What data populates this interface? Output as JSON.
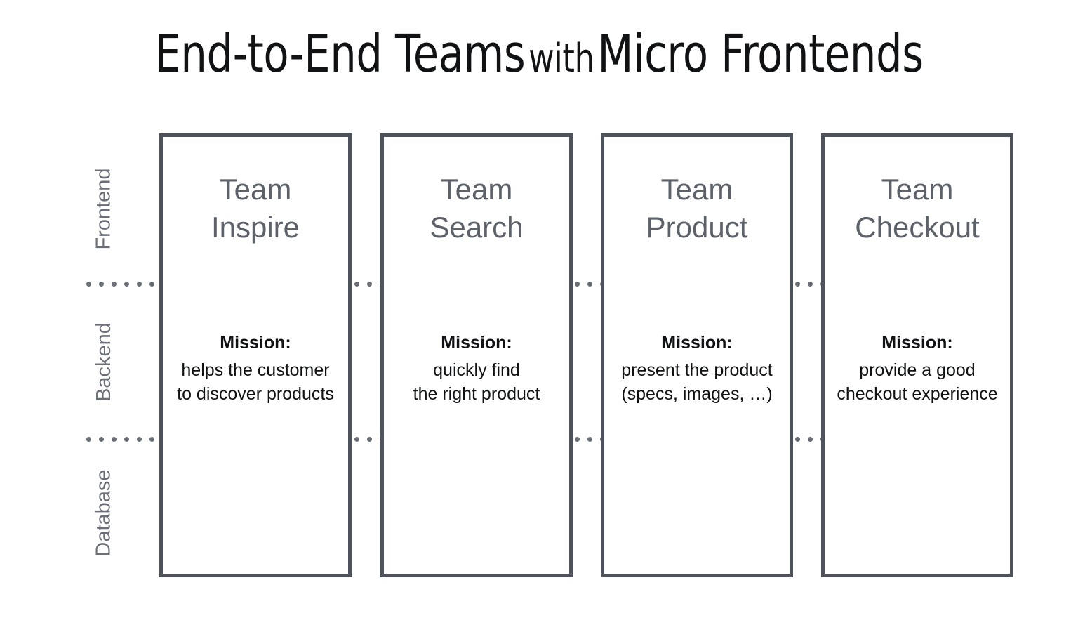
{
  "title": {
    "part1": "End-to-End Teams",
    "part2": "with",
    "part3": "Micro Frontends",
    "full": "End-to-End Teams with Micro Frontends"
  },
  "colors": {
    "card_border": "#4d525b",
    "team_name": "#5d626a",
    "axis_label": "#6a6f78",
    "dot": "#6a6f78",
    "body_text": "#111214",
    "background": "#ffffff"
  },
  "axis": {
    "labels": [
      {
        "id": "frontend",
        "text": "Frontend"
      },
      {
        "id": "backend",
        "text": "Backend"
      },
      {
        "id": "database",
        "text": "Database"
      }
    ]
  },
  "separators": [
    {
      "id": "frontend-backend",
      "style": "dotted"
    },
    {
      "id": "backend-database",
      "style": "dotted"
    }
  ],
  "mission_label": "Mission:",
  "teams": [
    {
      "name_line1": "Team",
      "name_line2": "Inspire",
      "mission_label": "Mission:",
      "mission_line1": "helps the customer",
      "mission_line2": "to discover products"
    },
    {
      "name_line1": "Team",
      "name_line2": "Search",
      "mission_label": "Mission:",
      "mission_line1": "quickly find",
      "mission_line2": "the right product"
    },
    {
      "name_line1": "Team",
      "name_line2": "Product",
      "mission_label": "Mission:",
      "mission_line1": "present the product",
      "mission_line2": "(specs, images, …)"
    },
    {
      "name_line1": "Team",
      "name_line2": "Checkout",
      "mission_label": "Mission:",
      "mission_line1": "provide a good",
      "mission_line2": "checkout experience"
    }
  ]
}
